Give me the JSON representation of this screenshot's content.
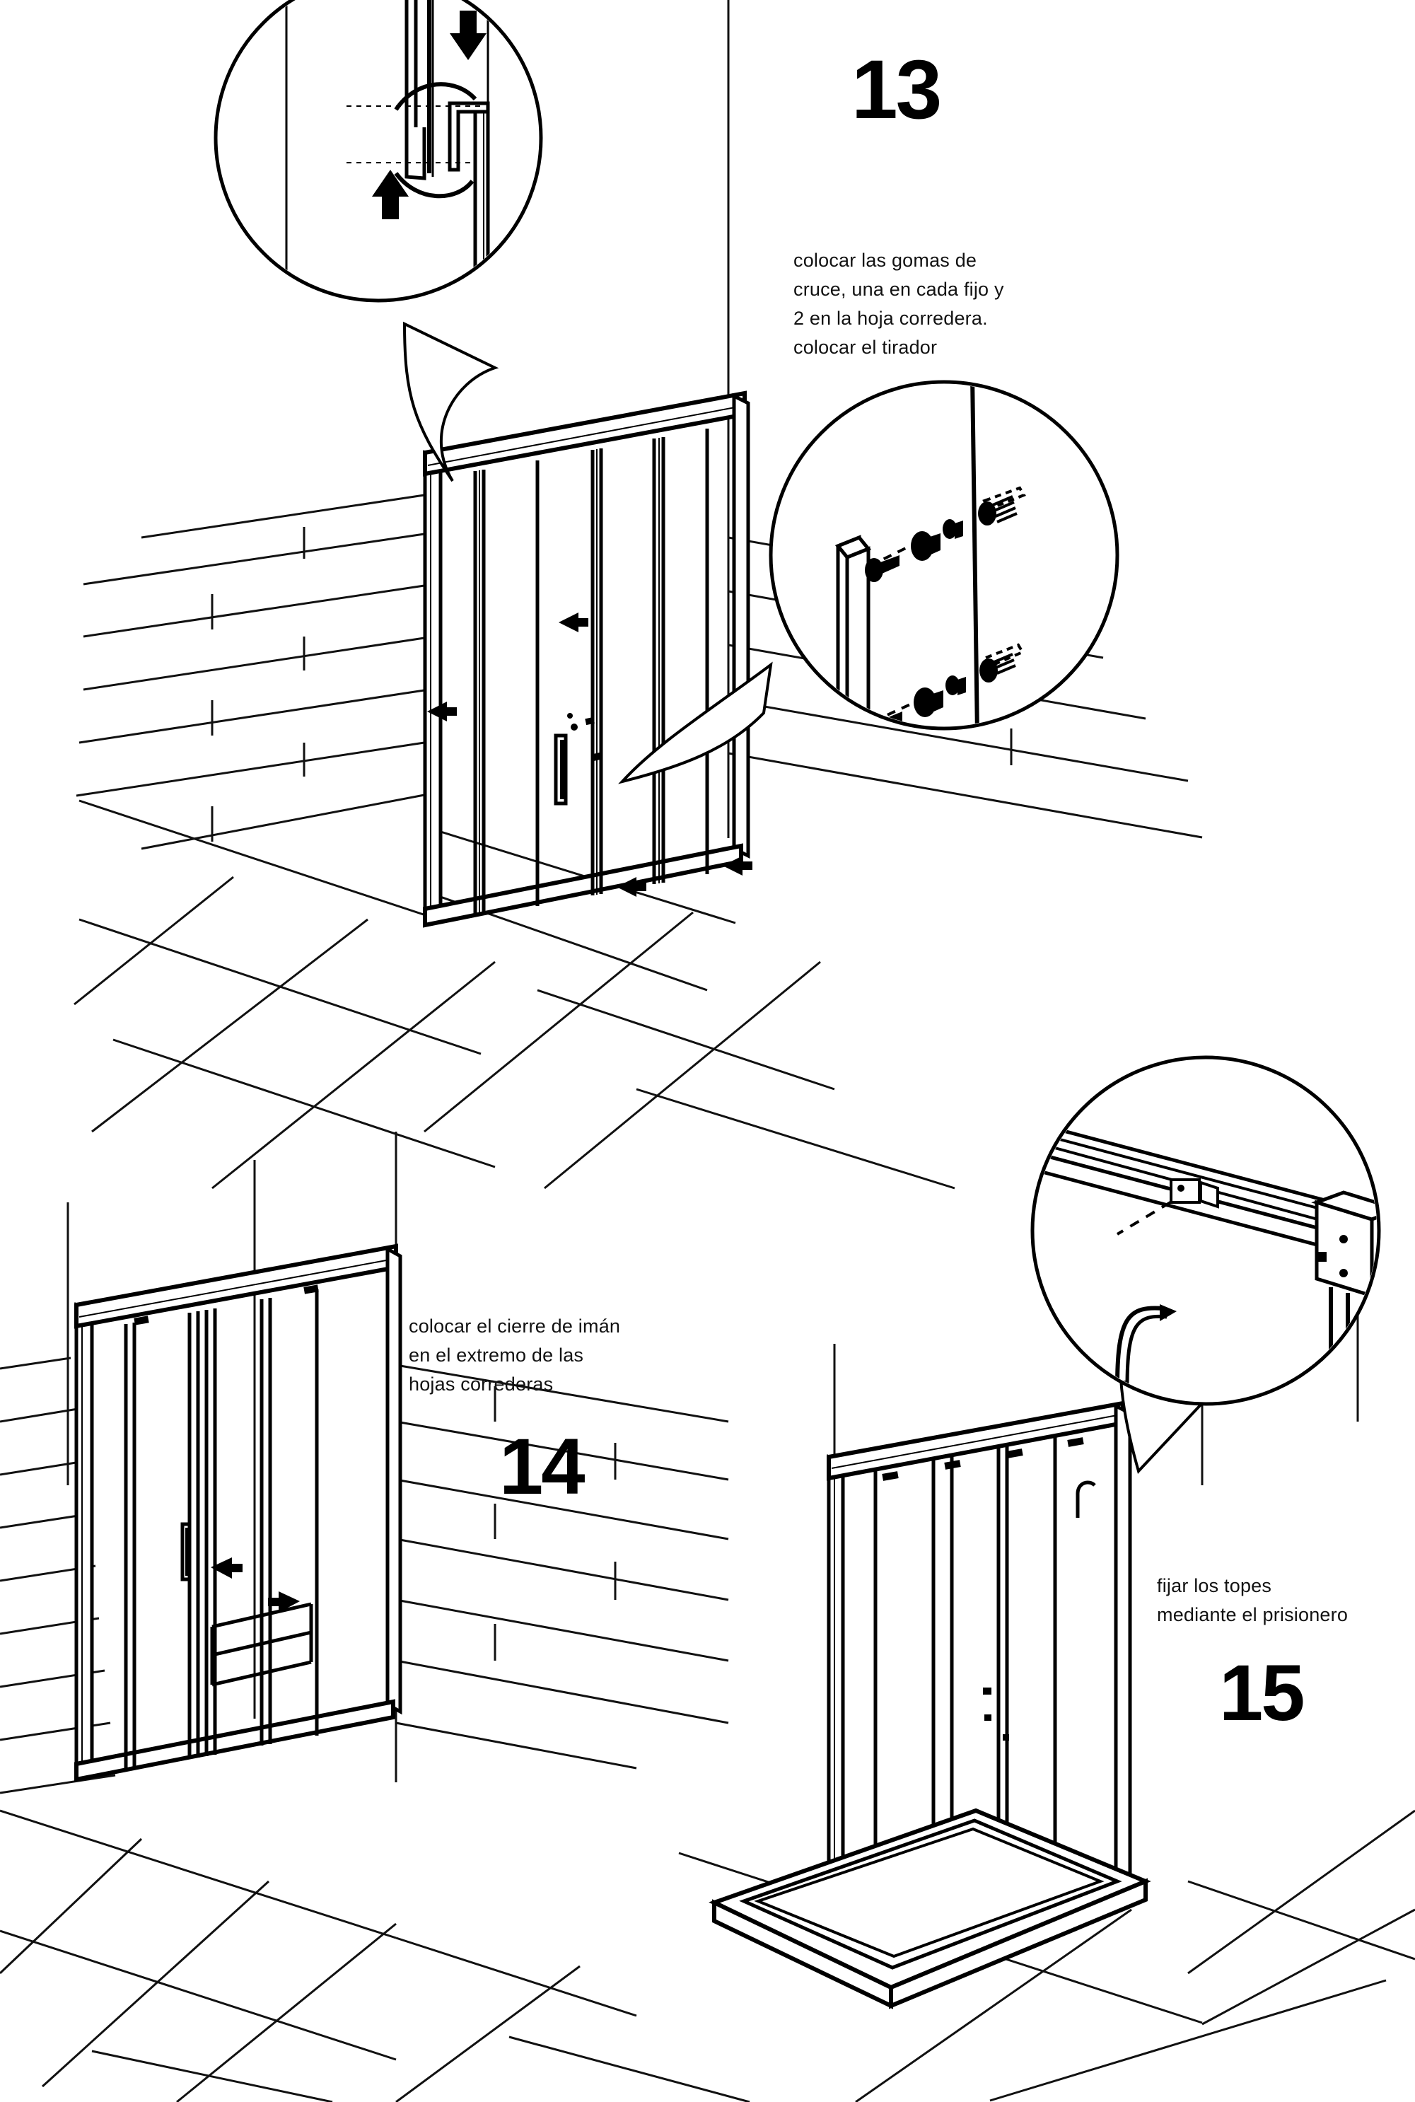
{
  "document": {
    "kind": "assembly-instruction-sheet",
    "language": "es",
    "title": "Mampara de ducha corredera - pasos 13 a 15"
  },
  "steps": [
    {
      "number": "13",
      "caption_lines": [
        "colocar las gomas de",
        "cruce, una en cada fijo y",
        "2 en la hoja corredera.",
        "colocar el tirador"
      ],
      "callouts": [
        {
          "name": "crossing-rubber-detail",
          "description": "seccion de la goma de cruce con flechas de insercion arriba y abajo",
          "arrows": [
            "down",
            "up"
          ]
        },
        {
          "name": "handle-detail",
          "description": "tirador con tornillos, arandelas y tuercas en despiece",
          "fasteners": 2
        }
      ]
    },
    {
      "number": "14",
      "caption_lines": [
        "colocar el cierre de imán",
        "en el extremo de las",
        "hojas correderas"
      ],
      "callouts": []
    },
    {
      "number": "15",
      "caption_lines": [
        "fijar los topes",
        "mediante el prisionero"
      ],
      "callouts": [
        {
          "name": "top-stop-detail",
          "description": "tope en la guia superior fijado con llave allen (prisionero)",
          "tool": "llave-allen"
        }
      ]
    }
  ],
  "colors": {
    "ink": "#000000",
    "paper": "#ffffff",
    "light_line": "#1a1a1a"
  },
  "scene": {
    "wall_finish": "azulejo rectangular",
    "floor_finish": "baldosa en diagonal",
    "tray_label": "plato de ducha"
  }
}
